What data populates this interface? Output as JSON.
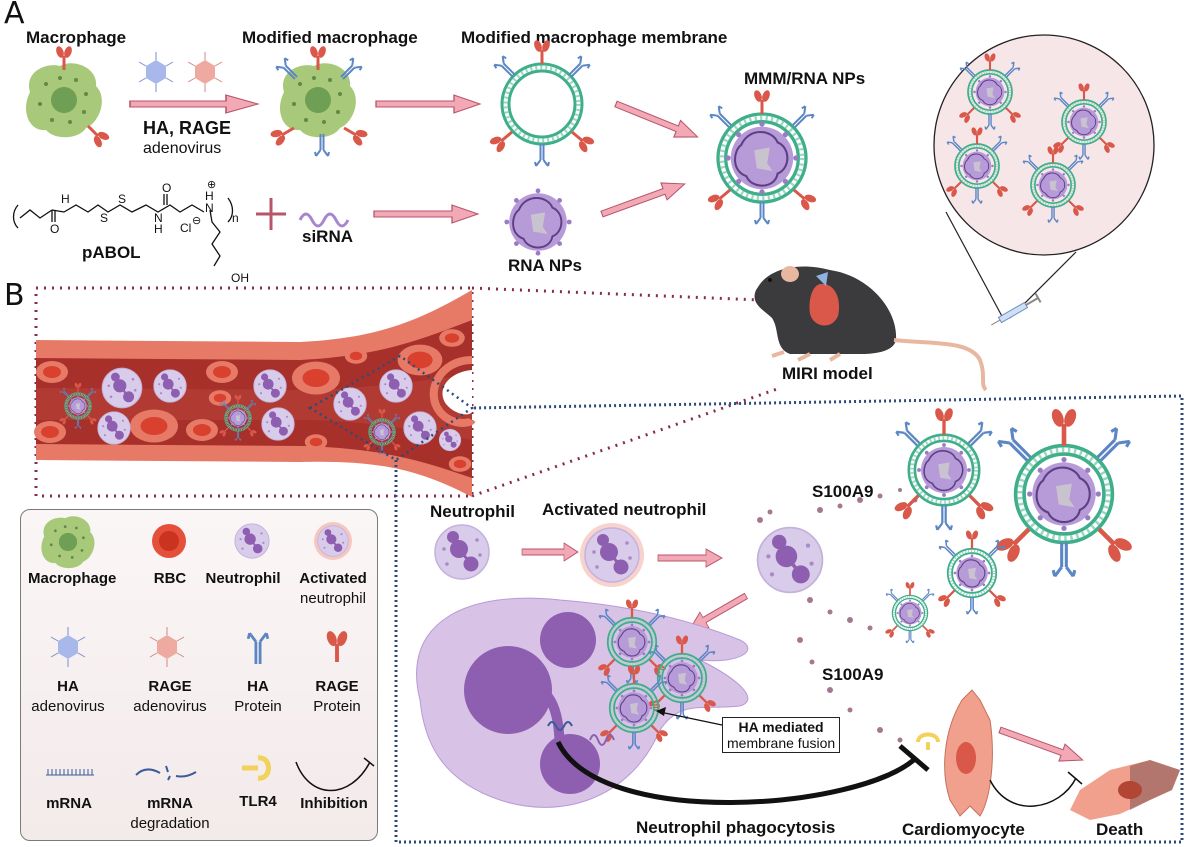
{
  "panels": {
    "a": {
      "letter": "A",
      "labels": {
        "macrophage": "Macrophage",
        "modified_macrophage": "Modified macrophage",
        "modified_membrane": "Modified macrophage membrane",
        "mmm_rna_nps": "MMM/RNA NPs",
        "ha_rage": "HA, RAGE",
        "adenovirus": "adenovirus",
        "pabol": "pABOL",
        "sirna": "siRNA",
        "rna_nps": "RNA NPs"
      },
      "chemistry": {
        "atoms": [
          "H",
          "O",
          "S",
          "S",
          "N",
          "H",
          "O",
          "N",
          "H",
          "Cl",
          "n",
          "OH"
        ],
        "charges": [
          "+",
          "−"
        ]
      },
      "plus_symbol": "+"
    },
    "b": {
      "letter": "B",
      "labels": {
        "miri_model": "MIRI model",
        "neutrophil": "Neutrophil",
        "activated_neutrophil": "Activated neutrophil",
        "s100a9_top": "S100A9",
        "s100a9_bottom": "S100A9",
        "ha_mediated_line1": "HA mediated",
        "ha_mediated_line2": "membrane fusion",
        "neutrophil_phagocytosis": "Neutrophil phagocytosis",
        "cardiomyocyte": "Cardiomyocyte",
        "death": "Death"
      }
    }
  },
  "legend": {
    "items": [
      {
        "icon": "macrophage-icon",
        "title": "Macrophage",
        "subtitle": ""
      },
      {
        "icon": "rbc-icon",
        "title": "RBC",
        "subtitle": ""
      },
      {
        "icon": "neutrophil-icon",
        "title": "Neutrophil",
        "subtitle": ""
      },
      {
        "icon": "activated-neutrophil-icon",
        "title": "Activated",
        "subtitle": "neutrophil"
      },
      {
        "icon": "ha-adenovirus-icon",
        "title": "HA",
        "subtitle": "adenovirus"
      },
      {
        "icon": "rage-adenovirus-icon",
        "title": "RAGE",
        "subtitle": "adenovirus"
      },
      {
        "icon": "ha-protein-icon",
        "title": "HA",
        "subtitle": "Protein"
      },
      {
        "icon": "rage-protein-icon",
        "title": "RAGE",
        "subtitle": "Protein"
      },
      {
        "icon": "mrna-icon",
        "title": "mRNA",
        "subtitle": ""
      },
      {
        "icon": "mrna-degradation-icon",
        "title": "mRNA",
        "subtitle": "degradation"
      },
      {
        "icon": "tlr4-icon",
        "title": "TLR4",
        "subtitle": ""
      },
      {
        "icon": "inhibition-icon",
        "title": "Inhibition",
        "subtitle": ""
      }
    ]
  },
  "colors": {
    "macrophage": "#a9c97a",
    "macrophage_nucleus": "#6f9e55",
    "rage_protein": "#d9584a",
    "ha_protein": "#5b86c4",
    "membrane": "#3fae8a",
    "rna_np": "#b79ad8",
    "arrow_fill": "#f2a8b5",
    "arrow_stroke": "#b7566b",
    "vessel_outer": "#e77a66",
    "vessel_inner": "#a8302a",
    "rbc": "#e5503a",
    "neutrophil": "#d9ccea",
    "neutrophil_nucleus": "#8e5fb0",
    "mouse": "#3b3b3d",
    "cardiomyocyte": "#f0a08c",
    "tlr4": "#f2d25a",
    "dotted_red": "#8b2a4a",
    "dotted_blue": "#2d4a7a"
  }
}
